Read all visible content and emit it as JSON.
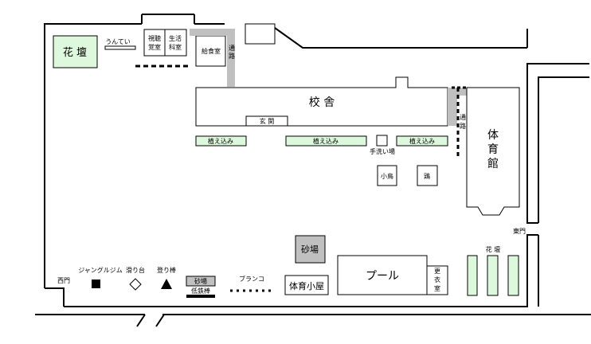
{
  "map": {
    "colors": {
      "green": "#ddf8dc",
      "gray": "#c0c0c0",
      "line": "#000000"
    },
    "labels": {
      "kadan_main": "花 壇",
      "untei": "うんてい",
      "shichokaku": [
        "視聴",
        "覚室"
      ],
      "seikatsu": [
        "生活",
        "科室"
      ],
      "kyushoku": "給食室",
      "tsuro_top": [
        "通",
        "路"
      ],
      "kousha": "校  舎",
      "genkan": "玄 関",
      "uekomi": "植え込み",
      "tearai": "手洗い場",
      "kotori": "小鳥",
      "niwatori": "鶏",
      "tsuro_right": [
        "通",
        "路"
      ],
      "taiikukan": [
        "体",
        "育",
        "館"
      ],
      "higashimon": "東門",
      "kadan_right": "花 壇",
      "sunaba_big": "砂場",
      "pool": "プール",
      "koui": [
        "更",
        "衣",
        "室"
      ],
      "taiiku_koya": "体育小屋",
      "nishimon": "西門",
      "jungle": "ジャングルジム",
      "suberidai": "滑り台",
      "noboribou": "登り棒",
      "sunaba_small": "砂場",
      "tetsubou": "低鉄棒",
      "buranko": "ブランコ"
    }
  }
}
